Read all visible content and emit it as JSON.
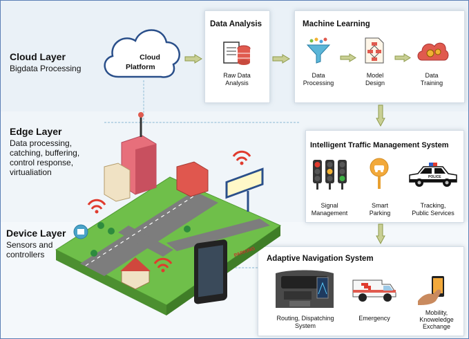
{
  "layers": {
    "cloud": {
      "title": "Cloud Layer",
      "subtitle": "Bigdata Processing"
    },
    "edge": {
      "title": "Edge Layer",
      "lines": [
        "Data processing,",
        "catching, buffering,",
        "control response,",
        "virtualiation"
      ]
    },
    "device": {
      "title": "Device Layer",
      "lines": [
        "Sensors and",
        "controllers"
      ]
    }
  },
  "cloud_platform": {
    "lines": [
      "Cloud",
      "Platform"
    ]
  },
  "data_analysis": {
    "title": "Data Analysis",
    "item": {
      "lines": [
        "Raw Data",
        "Analysis"
      ],
      "icon": "database-file-icon"
    }
  },
  "machine_learning": {
    "title": "Machine Learning",
    "items": [
      {
        "lines": [
          "Data",
          "Processing"
        ],
        "icon": "funnel-icon"
      },
      {
        "lines": [
          "Model",
          "Design"
        ],
        "icon": "flowchart-document-icon"
      },
      {
        "lines": [
          "Data",
          "Training"
        ],
        "icon": "cloud-gears-icon"
      }
    ]
  },
  "itms": {
    "title": "Intelligent Traffic Management System",
    "items": [
      {
        "lines": [
          "Signal",
          "Management"
        ],
        "icon": "traffic-light-icon"
      },
      {
        "lines": [
          "Smart",
          "Parking"
        ],
        "icon": "parking-sign-icon"
      },
      {
        "lines": [
          "Tracking,",
          "Public Services"
        ],
        "icon": "police-car-icon"
      }
    ]
  },
  "adaptive_nav": {
    "title": "Adaptive Navigation System",
    "items": [
      {
        "lines": [
          "Routing, Dispatching",
          "System"
        ],
        "icon": "car-dashboard-icon"
      },
      {
        "lines": [
          "Emergency"
        ],
        "icon": "ambulance-icon"
      },
      {
        "lines": [
          "Mobility,",
          "Knoweledge",
          "Exchange"
        ],
        "icon": "phone-hand-icon"
      }
    ]
  },
  "city": {
    "parking_sign": "PARKING",
    "police_label": "POLICE"
  },
  "colors": {
    "arrow": "#c9cf94",
    "arrow_stroke": "#8d9a4a",
    "frame": "#5b7fb5",
    "accent_red": "#e05a4e"
  }
}
